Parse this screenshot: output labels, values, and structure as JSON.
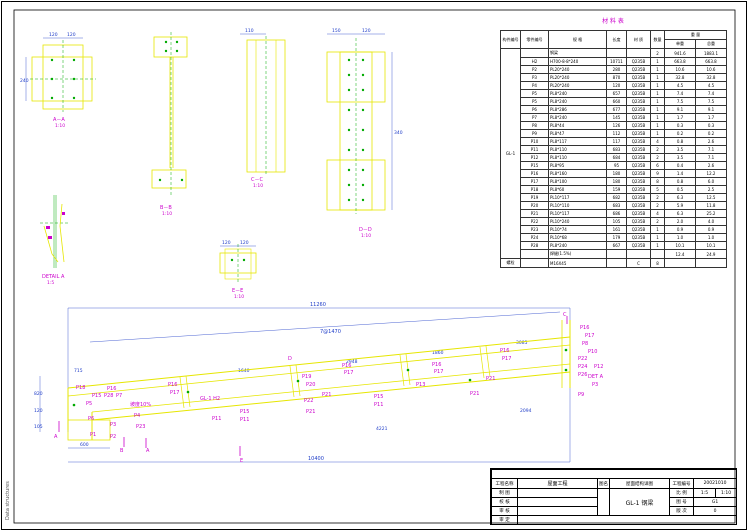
{
  "colors": {
    "yellow": "#e6e600",
    "magenta": "#cc00cc",
    "green": "#00aa00",
    "blue": "#1e3cc8",
    "black": "#000000"
  },
  "views": {
    "aa_label": "A－A",
    "aa_scale": "1:10",
    "bb_label": "B－B",
    "bb_scale": "1:10",
    "cc_label": "C－C",
    "cc_scale": "1:10",
    "dd_label": "D－D",
    "dd_scale": "1:10",
    "ee_label": "E－E",
    "ee_scale": "1:10",
    "detail_label": "DETAIL A",
    "detail_scale": "1:5"
  },
  "dims": {
    "aa_top1": "120",
    "aa_top2": "120",
    "aa_left": "240",
    "cc_top": "110",
    "dd_top1": "150",
    "dd_top2": "120",
    "dd_side": "340",
    "ee_top1": "120",
    "ee_top2": "120",
    "total_top": "11260",
    "d7": "7@1470",
    "d2948": "2948",
    "d1860": "1860",
    "d3085": "3085",
    "d1640": "1640",
    "d4221": "4221",
    "d2094": "2094",
    "d10400": "10400",
    "d600": "600",
    "d715": "715",
    "d820": "820",
    "d120": "120",
    "d105": "105"
  },
  "labels": {
    "p18a": "P18",
    "p16a": "P16",
    "p5a": "P5",
    "p15a": "P15",
    "p28a": "P28",
    "p7a": "P7",
    "p4a": "P4",
    "p3a": "P3",
    "p6a": "P6",
    "p2a": "P2",
    "p1a": "P1",
    "p23a": "P23",
    "slope": "坡度10%",
    "gl1h2": "GL-1 H2",
    "p16b": "P16",
    "p17b": "P17",
    "p11b": "P11",
    "p15b": "P15",
    "p19b": "P19",
    "p20b": "P20",
    "p22b": "P22",
    "p21b": "P21",
    "p16c": "P16",
    "p17c": "P17",
    "p15c": "P15",
    "p11c": "P11",
    "p21c": "P21",
    "p13d": "P13",
    "p16d": "P16",
    "p17d": "P17",
    "p21d": "P21",
    "p16e": "P16",
    "p17e": "P17",
    "p16f": "P16",
    "p17f": "P17",
    "p8f": "P8",
    "p10f": "P10",
    "p22f": "P22",
    "p24f": "P24",
    "p26f": "P26",
    "p9f": "P9",
    "p3f": "P3",
    "p12f": "P12",
    "det": "DET A",
    "a1": "A",
    "a2": "A",
    "b1": "B",
    "c1": "C",
    "d1": "D",
    "e1": "E"
  },
  "table": {
    "title": "材 料 表",
    "headers": [
      "构件编号",
      "零件编号",
      "规 格",
      "长度",
      "材 质",
      "数量",
      "单重",
      "总重"
    ],
    "weight_group": "重 量",
    "group": "GL-1",
    "rows": [
      [
        "",
        "钢梁",
        "",
        "",
        "2",
        "941.6",
        "1883.1"
      ],
      [
        "H2",
        "H700-8-8*240",
        "10711",
        "Q235B",
        "1",
        "663.8",
        "663.8"
      ],
      [
        "P2",
        "PL20*240",
        "280",
        "Q235B",
        "1",
        "10.6",
        "10.6"
      ],
      [
        "P3",
        "PL20*240",
        "870",
        "Q235B",
        "1",
        "32.8",
        "32.8"
      ],
      [
        "P4",
        "PL20*240",
        "120",
        "Q235B",
        "1",
        "4.5",
        "4.5"
      ],
      [
        "P5",
        "PL8*240",
        "657",
        "Q235B",
        "1",
        "7.4",
        "7.4"
      ],
      [
        "P5",
        "PL8*240",
        "660",
        "Q235B",
        "1",
        "7.5",
        "7.5"
      ],
      [
        "P6",
        "PL8*286",
        "677",
        "Q235B",
        "1",
        "9.1",
        "9.1"
      ],
      [
        "P7",
        "PL8*240",
        "145",
        "Q235B",
        "1",
        "1.7",
        "1.7"
      ],
      [
        "P8",
        "PL8*44",
        "126",
        "Q235B",
        "1",
        "0.3",
        "0.3"
      ],
      [
        "P9",
        "PL8*47",
        "112",
        "Q235B",
        "1",
        "0.2",
        "0.2"
      ],
      [
        "P10",
        "PL8*117",
        "117",
        "Q235B",
        "4",
        "0.8",
        "2.6"
      ],
      [
        "P11",
        "PL8*110",
        "683",
        "Q235B",
        "2",
        "3.5",
        "7.1"
      ],
      [
        "P12",
        "PL8*110",
        "684",
        "Q235B",
        "2",
        "3.5",
        "7.1"
      ],
      [
        "P15",
        "PL8*95",
        "95",
        "Q235B",
        "6",
        "0.4",
        "2.6"
      ],
      [
        "P16",
        "PL8*160",
        "180",
        "Q235B",
        "9",
        "1.4",
        "12.2"
      ],
      [
        "P17",
        "PL8*100",
        "180",
        "Q235B",
        "8",
        "0.8",
        "6.0"
      ],
      [
        "P18",
        "PL8*60",
        "159",
        "Q235B",
        "5",
        "0.5",
        "2.5"
      ],
      [
        "P19",
        "PL10*117",
        "682",
        "Q235B",
        "2",
        "6.3",
        "12.5"
      ],
      [
        "P20",
        "PL10*110",
        "683",
        "Q235B",
        "2",
        "5.9",
        "11.8"
      ],
      [
        "P21",
        "PL10*117",
        "686",
        "Q235B",
        "4",
        "6.3",
        "25.2"
      ],
      [
        "P22",
        "PL10*240",
        "105",
        "Q235B",
        "2",
        "2.0",
        "4.0"
      ],
      [
        "P23",
        "PL10*74",
        "161",
        "Q235B",
        "1",
        "0.9",
        "0.9"
      ],
      [
        "P24",
        "PL10*68",
        "179",
        "Q235B",
        "1",
        "1.0",
        "1.0"
      ],
      [
        "P28",
        "PL8*240",
        "667",
        "Q235B",
        "1",
        "10.1",
        "10.1"
      ],
      [
        "",
        "焊缝(1.5%)",
        "",
        "",
        "",
        "12.4",
        "24.9"
      ]
    ],
    "bolt_label": "螺栓",
    "bolt_spec": "M16X45",
    "bolt_grade": "C",
    "bolt_qty": "8"
  },
  "titleblock": {
    "project_lbl": "工程名称",
    "project": "屋面工程",
    "drawn_lbl": "制 图",
    "check_lbl": "校 核",
    "review_lbl": "审 核",
    "approve_lbl": "审 定",
    "drawing_lbl": "图名",
    "drawing": "屋面结构详图",
    "part": "GL-1 钢梁",
    "no_lbl": "工程编号",
    "no": "20021010",
    "scale_lbl": "比 例",
    "scale1": "1:5",
    "scale2": "1:10",
    "sheet_lbl": "图 号",
    "sheet": "G1",
    "ver_lbl": "版 次",
    "ver": "0"
  },
  "watermark": "Data structures"
}
